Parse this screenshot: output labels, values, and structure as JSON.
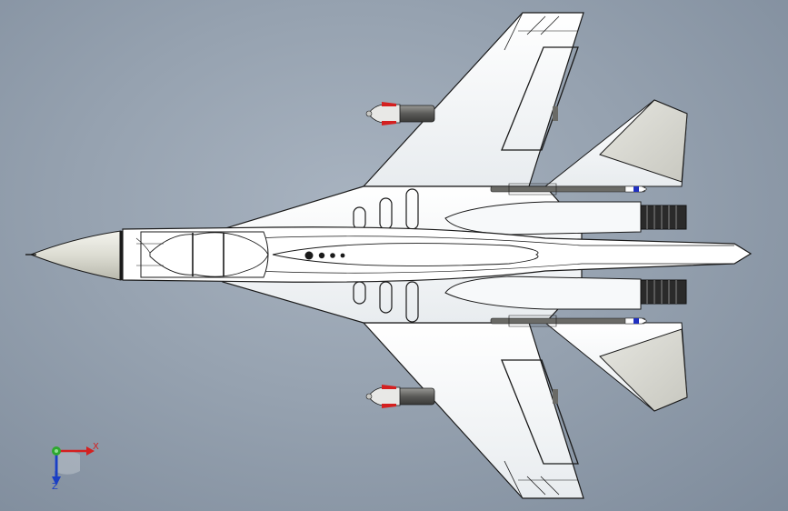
{
  "viewport": {
    "background_colors": [
      "#a8b3c0",
      "#7e8b9b"
    ]
  },
  "model": {
    "subject": "jet-fighter-top-view",
    "body_color": "#ffffff",
    "tail_color": "#d9d9d3",
    "outline_color": "#1a1a1a",
    "missile_tip_color": "#d42020",
    "accent_blue": "#2030c0"
  },
  "triad": {
    "x_label": "X",
    "z_label": "Z",
    "x_color": "#d42020",
    "y_color": "#2ea82e",
    "z_color": "#1a3fc4"
  }
}
